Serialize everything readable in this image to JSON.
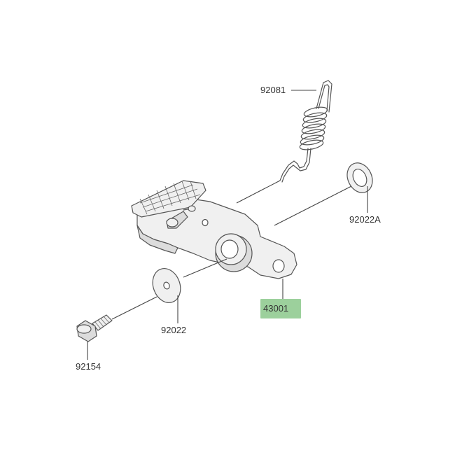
{
  "parts": [
    {
      "id": "spring",
      "number": "92081",
      "highlighted": false
    },
    {
      "id": "washer-a",
      "number": "92022A",
      "highlighted": false
    },
    {
      "id": "pedal",
      "number": "43001",
      "highlighted": true
    },
    {
      "id": "washer",
      "number": "92022",
      "highlighted": false
    },
    {
      "id": "bolt",
      "number": "92154",
      "highlighted": false
    }
  ],
  "colors": {
    "highlight": "#9cd09c",
    "line": "#555555",
    "label_text": "#333333",
    "background": "#ffffff"
  }
}
